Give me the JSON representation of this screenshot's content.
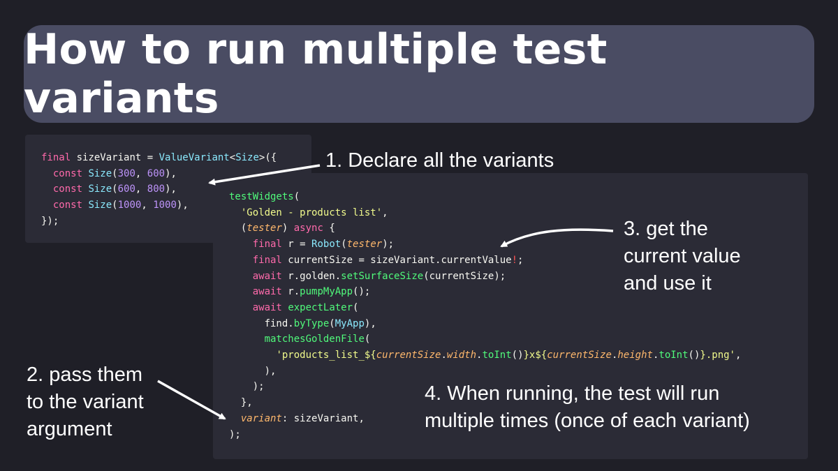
{
  "title": "How to run multiple test variants",
  "code_snippet_1": {
    "lines": [
      "final sizeVariant = ValueVariant<Size>({",
      "  const Size(300, 600),",
      "  const Size(600, 800),",
      "  const Size(1000, 1000),",
      "});"
    ]
  },
  "code_snippet_2": {
    "lines": [
      "testWidgets(",
      "  'Golden - products list',",
      "  (tester) async {",
      "    final r = Robot(tester);",
      "    final currentSize = sizeVariant.currentValue!;",
      "    await r.golden.setSurfaceSize(currentSize);",
      "    await r.pumpMyApp();",
      "    await expectLater(",
      "      find.byType(MyApp),",
      "      matchesGoldenFile(",
      "        'products_list_${currentSize.width.toInt()}x${currentSize.height.toInt()}.png',",
      "      ),",
      "    );",
      "  },",
      "  variant: sizeVariant,",
      ");"
    ]
  },
  "annotations": {
    "step1": "1. Declare all the variants",
    "step2": [
      "2. pass them",
      "to the variant",
      "argument"
    ],
    "step3": [
      "3. get the",
      "current value",
      "and use it"
    ],
    "step4": [
      "4. When running, the test will run",
      "multiple times (once of each variant)"
    ]
  },
  "colors": {
    "background": "#1f1f27",
    "title_box": "#4a4c63",
    "code_box": "#2b2b36",
    "keyword": "#ff6aab",
    "type": "#8be9fd",
    "number": "#bd93f9",
    "string": "#f1fa8c",
    "function": "#50fa7b",
    "parameter": "#ffb86c"
  }
}
